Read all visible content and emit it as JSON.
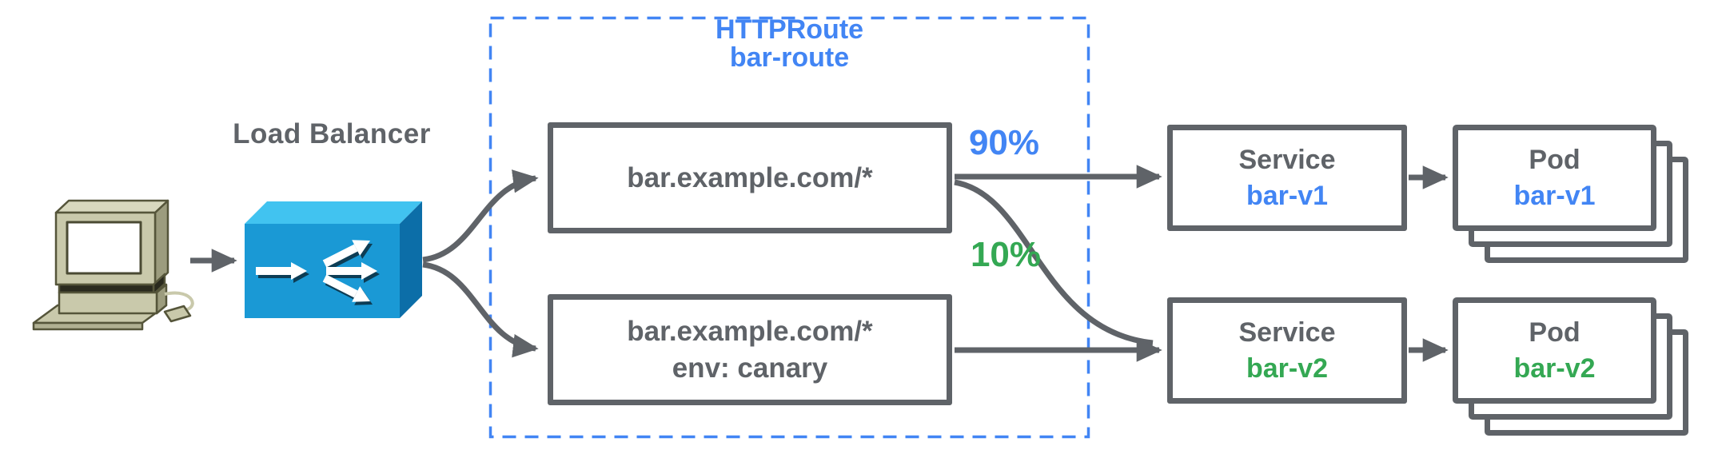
{
  "diagram": {
    "load_balancer_label": "Load Balancer",
    "httproute": {
      "kind": "HTTPRoute",
      "name": "bar-route",
      "rules": [
        {
          "match": "bar.example.com/*"
        },
        {
          "match": "bar.example.com/*",
          "header_match": "env: canary"
        }
      ]
    },
    "weights": {
      "to_v1": "90%",
      "to_v2": "10%"
    },
    "services": [
      {
        "kind": "Service",
        "name": "bar-v1"
      },
      {
        "kind": "Service",
        "name": "bar-v2"
      }
    ],
    "pods": [
      {
        "kind": "Pod",
        "name": "bar-v1"
      },
      {
        "kind": "Pod",
        "name": "bar-v2"
      }
    ],
    "icons": {
      "client": "desktop-computer-icon",
      "load_balancer": "load-balancer-box-icon"
    },
    "colors": {
      "blue": "#4285F4",
      "green": "#34A853",
      "gray": "#5F6368",
      "lb-front": "#1A99D5",
      "lb-top": "#41C3F0",
      "lb-side": "#0C6EA8",
      "pc-body": "#C9C9AB",
      "pc-side": "#9C9C7E",
      "pc-top": "#D8D8BE",
      "pc-outline": "#55553A"
    }
  }
}
